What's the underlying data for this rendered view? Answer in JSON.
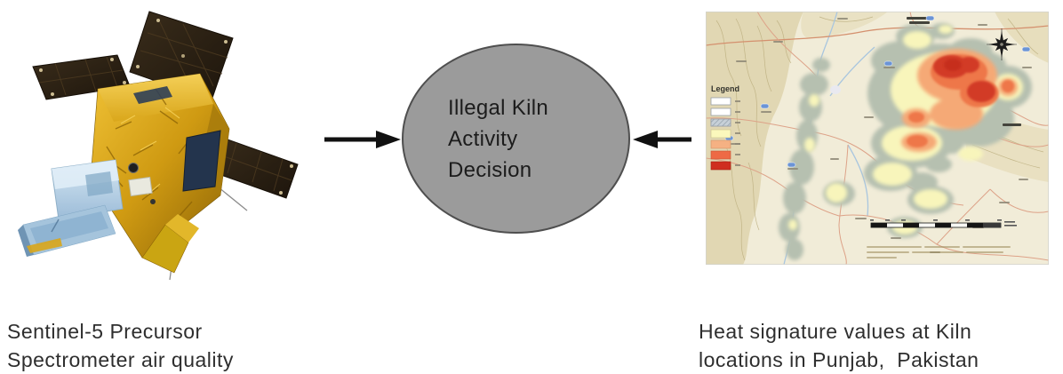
{
  "diagram": {
    "node": {
      "label": "Illegal Kiln\nActivity\nDecision",
      "fill": "#9b9b9b",
      "border": "#4f4f4f"
    },
    "arrow_color": "#111111",
    "left_caption": "Sentinel-5 Precursor\nSpectrometer air quality",
    "right_caption": "Heat signature values at Kiln\nlocations in Punjab,  Pakistan"
  },
  "map": {
    "base_color": "#f1ecd8",
    "terrain_color": "#ded4ad",
    "legend": {
      "title": "Legend",
      "swatches": [
        {
          "color": "#ffffff"
        },
        {
          "color": "#ffffff"
        },
        {
          "color": "#b9c3cc"
        },
        {
          "color": "#fbf8bc"
        },
        {
          "color": "#f5b183"
        },
        {
          "color": "#ee6a45"
        },
        {
          "color": "#cf2e20"
        }
      ]
    },
    "heat_levels": [
      "#b6c0b0",
      "#f8f5bb",
      "#f5a976",
      "#ee7748",
      "#d23b27"
    ]
  }
}
